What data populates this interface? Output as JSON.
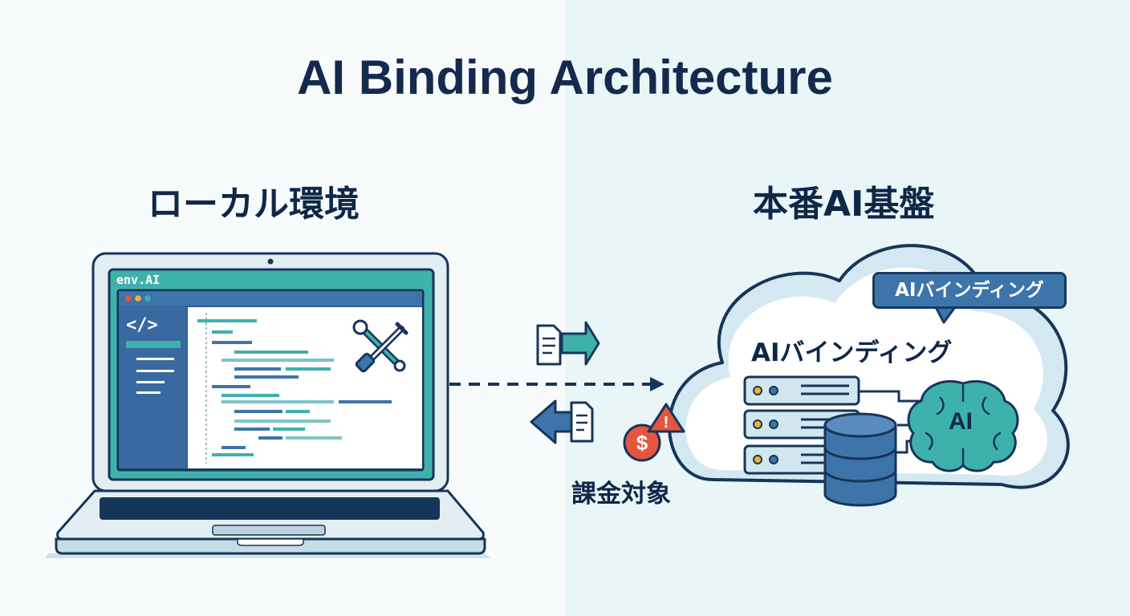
{
  "title": "AI Binding Architecture",
  "local": {
    "heading": "ローカル環境",
    "screen_tab": "env.AI",
    "code_icon": "</>"
  },
  "production": {
    "heading": "本番AI基盤",
    "cloud_label": "AIバインディング",
    "badge": "AIバインディング",
    "ai_chip": "AI"
  },
  "billing": {
    "label": "課金対象",
    "currency_symbol": "$",
    "warning_symbol": "!"
  },
  "colors": {
    "navy": "#16355a",
    "teal": "#3fb1ad",
    "blue": "#3d74aa",
    "alert": "#e8553e"
  },
  "icons": [
    "wrench-screwdriver-icon",
    "document-arrow-right-icon",
    "document-arrow-left-icon",
    "dollar-icon",
    "warning-icon",
    "server-icon",
    "database-icon",
    "brain-icon"
  ]
}
